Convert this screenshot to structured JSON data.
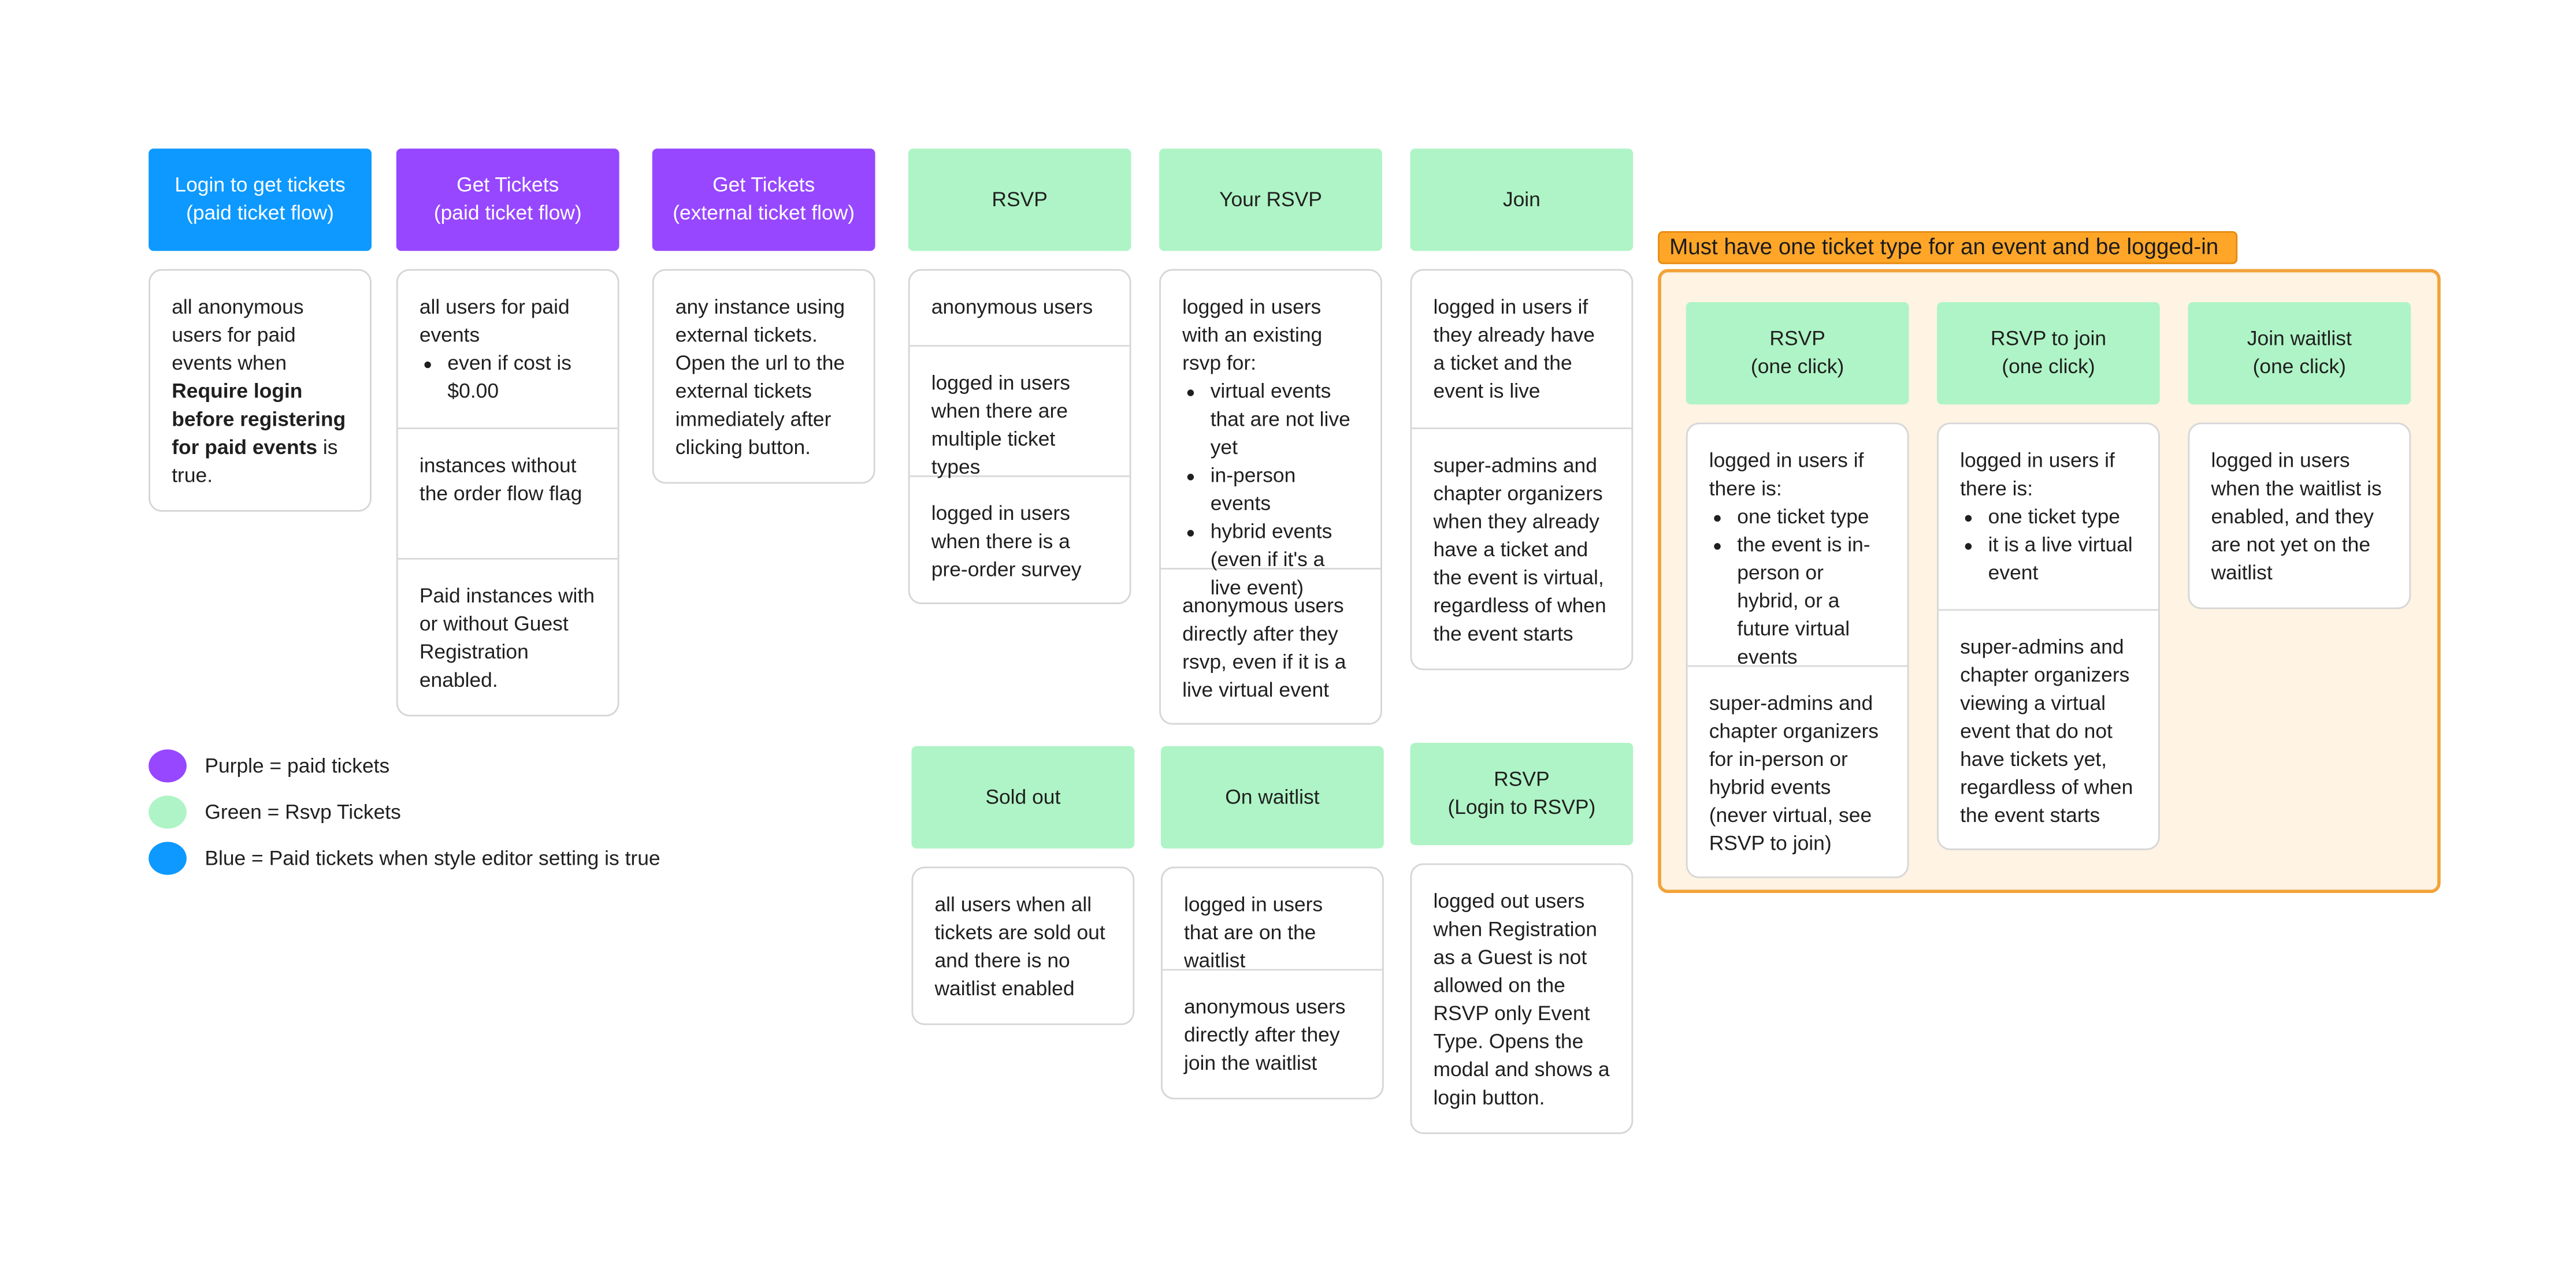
{
  "colors": {
    "purple": "#9747ff",
    "blue": "#0d99ff",
    "green": "#aff4c6",
    "frame_bg": "#fff3e3",
    "frame_border": "#f2a33a",
    "frame_label": "#ffa629"
  },
  "columns": {
    "login_tickets": {
      "header": "Login to get tickets\n(paid ticket flow)",
      "cells": [
        {
          "pre": "all anonymous users for paid events when ",
          "bold": "Require login before registering for paid events",
          "post": " is true."
        }
      ]
    },
    "get_tickets_paid": {
      "header": "Get Tickets\n(paid ticket flow)",
      "cells": [
        {
          "text": "all users for paid events",
          "bullets": [
            "even if cost is $0.00"
          ]
        },
        {
          "text": "instances without the order flow flag"
        },
        {
          "text": "Paid instances with or without Guest Registration enabled."
        }
      ]
    },
    "get_tickets_external": {
      "header": "Get Tickets\n(external ticket flow)",
      "cells": [
        {
          "text": "any instance using external tickets. Open the url to the external tickets immediately after clicking button."
        }
      ]
    },
    "rsvp": {
      "header": "RSVP",
      "cells": [
        {
          "text": "anonymous users"
        },
        {
          "text": "logged in users when there are multiple ticket types"
        },
        {
          "text": "logged in users when there is a pre-order survey"
        }
      ]
    },
    "your_rsvp": {
      "header": "Your RSVP",
      "cells": [
        {
          "text": "logged in users with an existing rsvp for:",
          "bullets": [
            "virtual events that are not live yet",
            "in-person events",
            "hybrid events (even if it's a live event)"
          ]
        },
        {
          "text": "anonymous users directly after they rsvp, even if it is a live virtual event"
        }
      ]
    },
    "join": {
      "header": "Join",
      "cells": [
        {
          "text": "logged in users if they already have a ticket and the event is live"
        },
        {
          "text": "super-admins and chapter organizers when they already have a ticket and the event is virtual, regardless of when the event starts"
        }
      ]
    },
    "sold_out": {
      "header": "Sold out",
      "cells": [
        {
          "text": "all users when all tickets are sold out and there is no waitlist enabled"
        }
      ]
    },
    "on_waitlist": {
      "header": "On waitlist",
      "cells": [
        {
          "text": "logged in users that are on the waitlist"
        },
        {
          "text": "anonymous users directly after they join the waitlist"
        }
      ]
    },
    "rsvp_login": {
      "header": "RSVP\n(Login to RSVP)",
      "cells": [
        {
          "text": "logged out users when Registration as a Guest is not allowed on the RSVP only Event Type. Opens the modal and shows a login button."
        }
      ]
    }
  },
  "frame": {
    "label": "Must have one ticket type for an event and be logged-in",
    "columns": {
      "rsvp_one_click": {
        "header": "RSVP\n(one click)",
        "cells": [
          {
            "text": "logged in users if there is:",
            "bullets": [
              "one ticket type",
              "the event is in-person or hybrid, or a future virtual events"
            ]
          },
          {
            "text": "super-admins and chapter organizers for in-person or hybrid events (never virtual, see RSVP to join)"
          }
        ]
      },
      "rsvp_to_join": {
        "header": "RSVP to join\n(one click)",
        "cells": [
          {
            "text": "logged in users if there is:",
            "bullets": [
              "one ticket type",
              "it is a live virtual event"
            ]
          },
          {
            "text": "super-admins and chapter organizers viewing a virtual event that do not have tickets yet, regardless of when the event starts"
          }
        ]
      },
      "join_waitlist": {
        "header": "Join waitlist\n(one click)",
        "cells": [
          {
            "text": "logged in users when the waitlist is enabled, and they are not yet on the waitlist"
          }
        ]
      }
    }
  },
  "legend": [
    {
      "color": "#9747ff",
      "label": "Purple = paid tickets"
    },
    {
      "color": "#aff4c6",
      "label": "Green = Rsvp Tickets"
    },
    {
      "color": "#0d99ff",
      "label": "Blue = Paid tickets when style editor setting is true"
    }
  ]
}
